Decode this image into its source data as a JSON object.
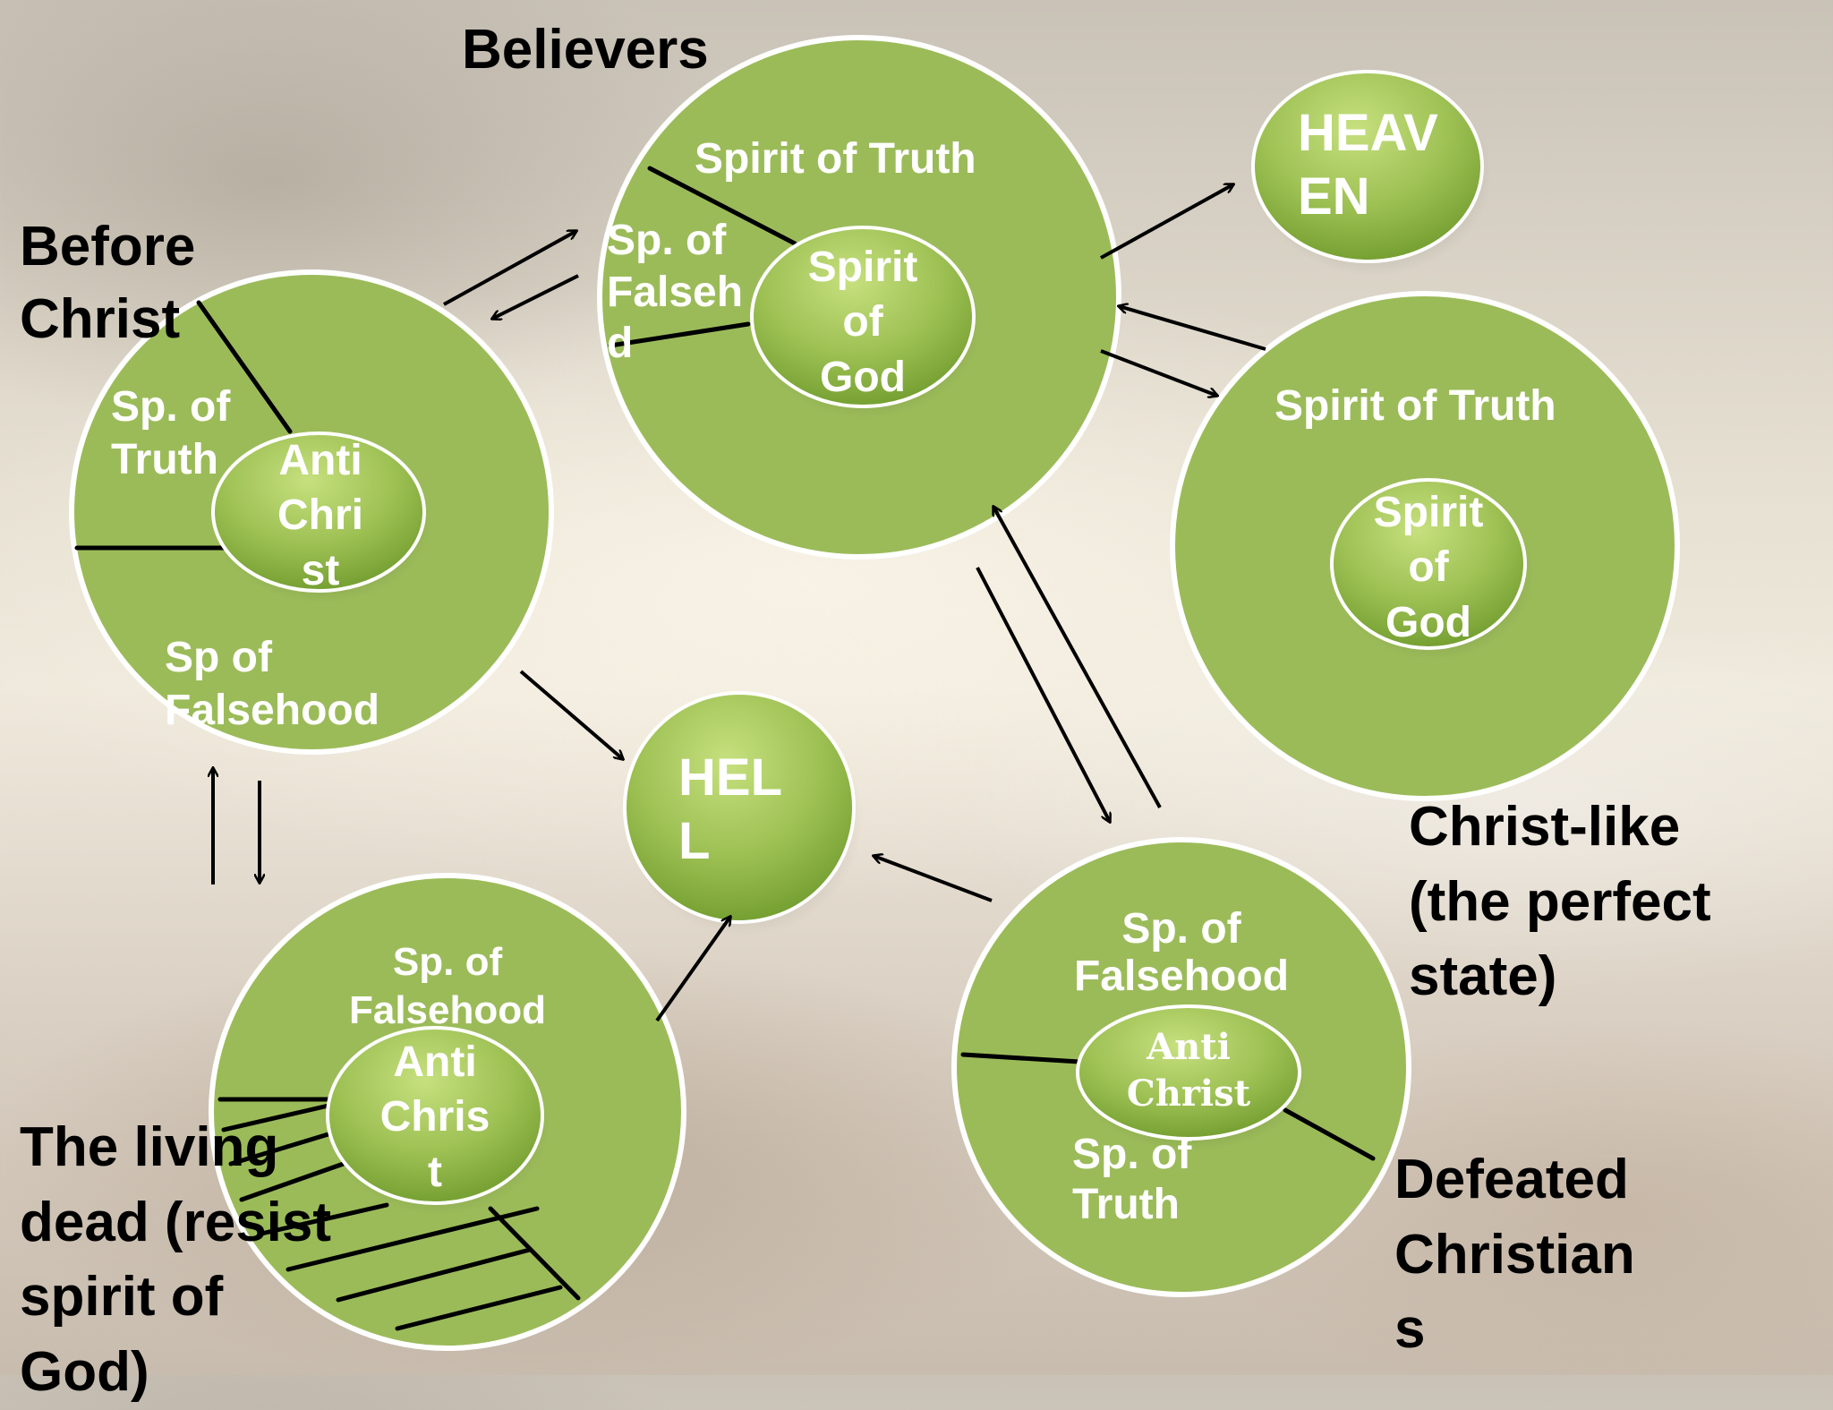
{
  "colors": {
    "circle_fill": "#9bbb59",
    "circle_outline": "#ffffff",
    "inner_light": "#b5d46e",
    "inner_dark": "#6f9a2c",
    "arrow": "#000000",
    "label_light": "#ffffff",
    "label_dark": "#000000"
  },
  "labels": {
    "believers": "Believers",
    "before_christ": "Before\nChrist",
    "christ_like": "Christ-like\n(the perfect\nstate)",
    "living_dead": "The living\ndead (resist\nspirit of\nGod)",
    "defeated": "Defeated\nChristian\ns"
  },
  "circles": {
    "before_christ": {
      "spirit_of_truth": "Sp. of\nTruth",
      "spirit_of_falsehood": "Sp of\nFalsehood",
      "core": "Anti\nChri\nst"
    },
    "believers": {
      "spirit_of_truth": "Spirit of Truth",
      "spirit_of_falsehood": "Sp. of\nFalseh\nd",
      "core": "Spirit\nof\nGod"
    },
    "christ_like": {
      "spirit_of_truth": "Spirit of Truth",
      "core": "Spirit\nof\nGod"
    },
    "living_dead": {
      "spirit_of_falsehood": "Sp. of\nFalsehood",
      "core": "Anti\nChris\nt"
    },
    "defeated": {
      "spirit_of_falsehood": "Sp. of\nFalsehood",
      "spirit_of_truth": "Sp. of\nTruth",
      "core": "Anti\nChrist"
    },
    "heaven": {
      "label": "HEAV\nEN"
    },
    "hell": {
      "label": "HEL\nL"
    }
  }
}
